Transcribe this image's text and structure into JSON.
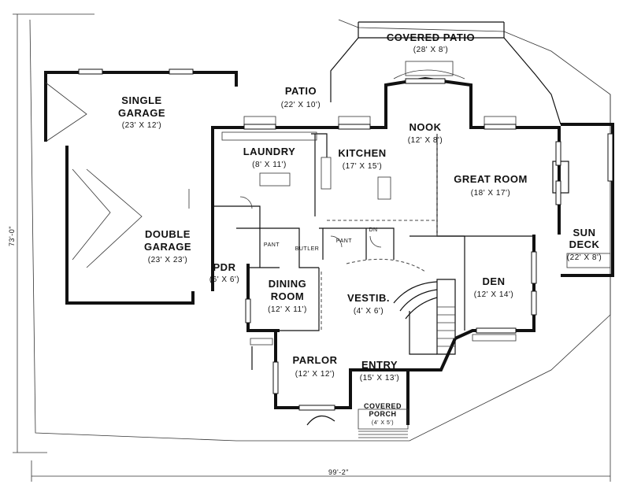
{
  "dimensions": {
    "width": "99'-2\"",
    "depth": "73'-0\""
  },
  "rooms": {
    "covered_patio_top": {
      "name": "COVERED PATIO",
      "size": "(28' X 8')"
    },
    "single_garage": {
      "name_line1": "SINGLE",
      "name_line2": "GARAGE",
      "size": "(23' X 12')"
    },
    "patio": {
      "name": "PATIO",
      "size": "(22' X 10')"
    },
    "nook": {
      "name": "NOOK",
      "size": "(12' X 8')"
    },
    "laundry": {
      "name": "LAUNDRY",
      "size": "(8' X 11')"
    },
    "kitchen": {
      "name": "KITCHEN",
      "size": "(17' X 15')"
    },
    "great_room": {
      "name": "GREAT ROOM",
      "size": "(18' X 17')"
    },
    "double_garage": {
      "name_line1": "DOUBLE",
      "name_line2": "GARAGE",
      "size": "(23' X 23')"
    },
    "sun_deck": {
      "name_line1": "SUN",
      "name_line2": "DECK",
      "size": "(22' X 8')"
    },
    "pdr": {
      "name": "PDR",
      "size": "(6' X 6')"
    },
    "dining_room": {
      "name_line1": "DINING",
      "name_line2": "ROOM",
      "size": "(12' X 11')"
    },
    "vestib": {
      "name": "VESTIB.",
      "size": "(4' X 6')"
    },
    "den": {
      "name": "DEN",
      "size": "(12' X 14')"
    },
    "parlor": {
      "name": "PARLOR",
      "size": "(12' X 12')"
    },
    "entry": {
      "name": "ENTRY",
      "size": "(15' X 13')"
    },
    "covered_porch": {
      "name_line1": "COVERED",
      "name_line2": "PORCH",
      "size": "(4' X 5')"
    }
  },
  "small_labels": {
    "pantry": "PANT",
    "butler": "BUTLER",
    "pantry2": "PANT",
    "dn": "DN"
  }
}
